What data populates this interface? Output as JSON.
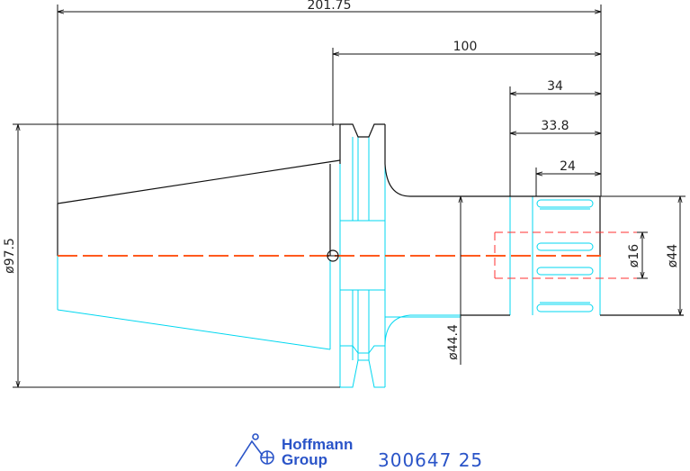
{
  "drawing": {
    "dimensions": {
      "overall_length": "201.75",
      "gauge_length": "100",
      "length_34": "34",
      "length_33_8": "33.8",
      "length_24": "24",
      "dia_97_5": "ø97.5",
      "dia_44_4": "ø44.4",
      "dia_16": "ø16",
      "dia_44": "ø44"
    },
    "colors": {
      "outline": "#111111",
      "inner": "#00d7f0",
      "centerline": "#ff5a1e",
      "hidden": "#ff3030",
      "brand": "#2a54c8"
    }
  },
  "footer": {
    "brand_line1": "Hoffmann",
    "brand_line2": "Group",
    "part_number": "300647 25"
  }
}
